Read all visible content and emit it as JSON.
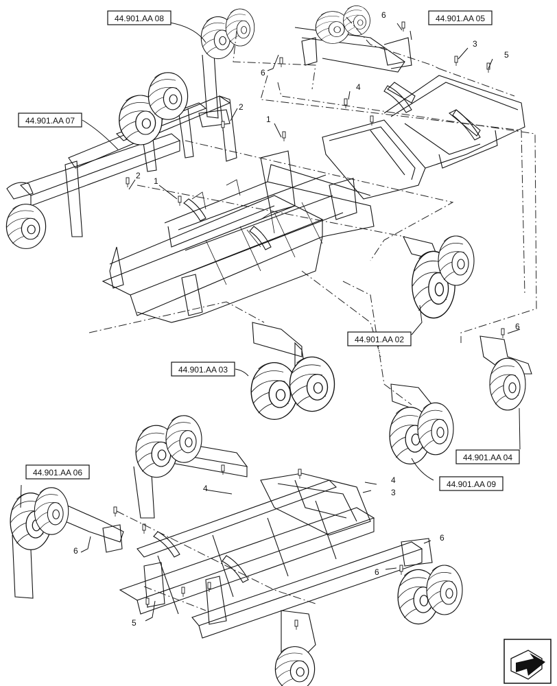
{
  "references": {
    "r08": "44.901.AA 08",
    "r05": "44.901.AA 05",
    "r07": "44.901.AA 07",
    "r02": "44.901.AA 02",
    "r03": "44.901.AA 03",
    "r04": "44.901.AA 04",
    "r06": "44.901.AA 06",
    "r09": "44.901.AA 09"
  },
  "callouts": {
    "c_top_6a": "6",
    "c_top_6b": "6",
    "c_top_3": "3",
    "c_top_5": "5",
    "c_top_4": "4",
    "c_top_1a": "1",
    "c_top_2a": "2",
    "c_top_2b": "2",
    "c_top_1b": "1",
    "c_r04_6": "6",
    "c_bot_4a": "4",
    "c_bot_4b": "4",
    "c_bot_3": "3",
    "c_bot_6a": "6",
    "c_bot_6b": "6",
    "c_bot_6c": "6",
    "c_bot_5": "5"
  },
  "nav_icon": "next-page-arrow-icon"
}
